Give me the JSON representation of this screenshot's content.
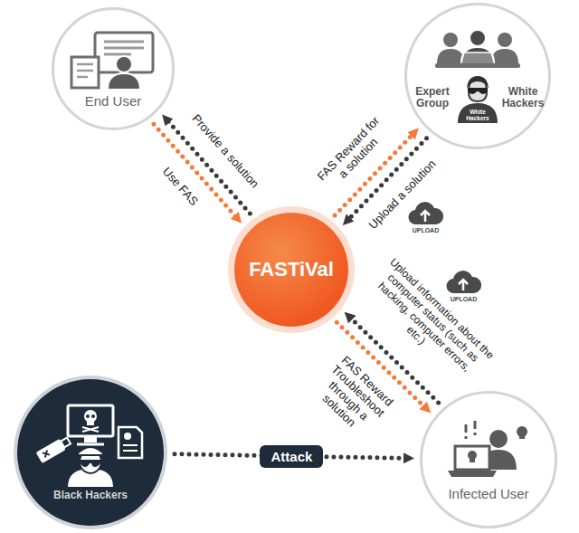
{
  "diagram": {
    "nodes": [
      {
        "text": [
          "End User"
        ]
      },
      {
        "text": [
          "Expert Group",
          "White Hackers"
        ]
      },
      {
        "text": [
          "FASTiVal"
        ]
      },
      {
        "text": [
          "Black Hackers"
        ]
      },
      {
        "text": [
          "Infected User"
        ]
      }
    ],
    "edges": [
      {
        "from": 0,
        "to": 2,
        "label": "Use FAS",
        "arrow": "to"
      },
      {
        "from": 2,
        "to": 0,
        "label": "Provide a solution",
        "arrow": "to"
      },
      {
        "from": 2,
        "to": 1,
        "label": "FAS Reward for a solution",
        "arrow": "to"
      },
      {
        "from": 1,
        "to": 2,
        "label": "Upload a solution",
        "arrow": "to"
      },
      {
        "from": 4,
        "to": 2,
        "label": "Upload information about the computer status (such as hacking, computer errors, etc.)",
        "arrow": "to"
      },
      {
        "from": 2,
        "to": 4,
        "label": "FAS Reward Troubleshoot through a solution",
        "arrow": "to"
      },
      {
        "from": 3,
        "to": 4,
        "label": "Attack",
        "arrow": "to"
      }
    ],
    "labels": [
      "White Hackers",
      "UPLOAD",
      "UPLOAD"
    ]
  }
}
